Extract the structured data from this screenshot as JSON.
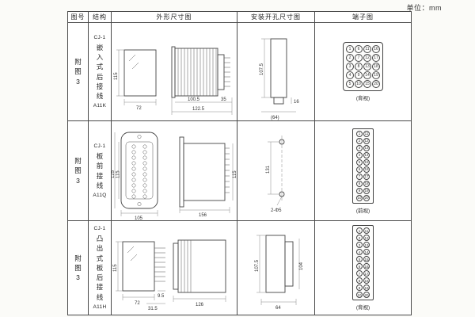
{
  "page": {
    "unit": "单位：mm"
  },
  "table": {
    "headers": {
      "fig": "图号",
      "structure": "结构",
      "outline": "外形尺寸图",
      "mounting": "安装开孔尺寸图",
      "terminal": "端子图"
    },
    "rows": [
      {
        "fig": "附图3",
        "model": "CJ-1",
        "structure_name": "嵌入式后接线",
        "code": "A11K",
        "outline": {
          "front_h": "115",
          "front_w": "72",
          "body_w": "100.5",
          "total_w": "122.5",
          "pin_w": "35"
        },
        "mounting": {
          "h": "107.5",
          "notch": "16",
          "w": "(64)"
        },
        "terminal": {
          "caption": "(背视)",
          "numbers": [
            [
              1,
              6,
              11,
              16
            ],
            [
              2,
              7,
              12,
              17
            ],
            [
              3,
              8,
              13,
              18
            ],
            [
              4,
              9,
              14,
              19
            ],
            [
              5,
              10,
              15,
              20
            ]
          ]
        }
      },
      {
        "fig": "附图3",
        "model": "CJ-1",
        "structure_name": "板前接线",
        "code": "A11Q",
        "outline": {
          "front_h_outer": "125",
          "front_h_inner": "115",
          "front_w": "105",
          "side_l": "156",
          "side_h": "115"
        },
        "mounting": {
          "h": "131",
          "holes": "2-Φ5"
        },
        "terminal": {
          "caption": "(前视)",
          "numbers": [
            [
              1,
              11
            ],
            [
              2,
              12
            ],
            [
              3,
              13
            ],
            [
              4,
              14
            ],
            [
              5,
              15
            ],
            [
              6,
              16
            ],
            [
              7,
              17
            ],
            [
              8,
              18
            ],
            [
              9,
              19
            ],
            [
              10,
              20
            ]
          ]
        }
      },
      {
        "fig": "附图3",
        "model": "CJ-1",
        "structure_name": "凸出式板后接线",
        "code": "A11H",
        "outline": {
          "front_h": "115",
          "front_w": "72",
          "pin_pitch": "9.5",
          "pin_len": "31.5",
          "side_l": "126"
        },
        "mounting": {
          "h1": "107.5",
          "h2": "104",
          "w": "64"
        },
        "terminal": {
          "caption": "(背视)",
          "numbers": [
            [
              1,
              11
            ],
            [
              2,
              12
            ],
            [
              3,
              13
            ],
            [
              4,
              14
            ],
            [
              5,
              15
            ],
            [
              6,
              16
            ],
            [
              7,
              17
            ],
            [
              8,
              18
            ],
            [
              9,
              19
            ],
            [
              10,
              20
            ]
          ]
        }
      }
    ]
  }
}
